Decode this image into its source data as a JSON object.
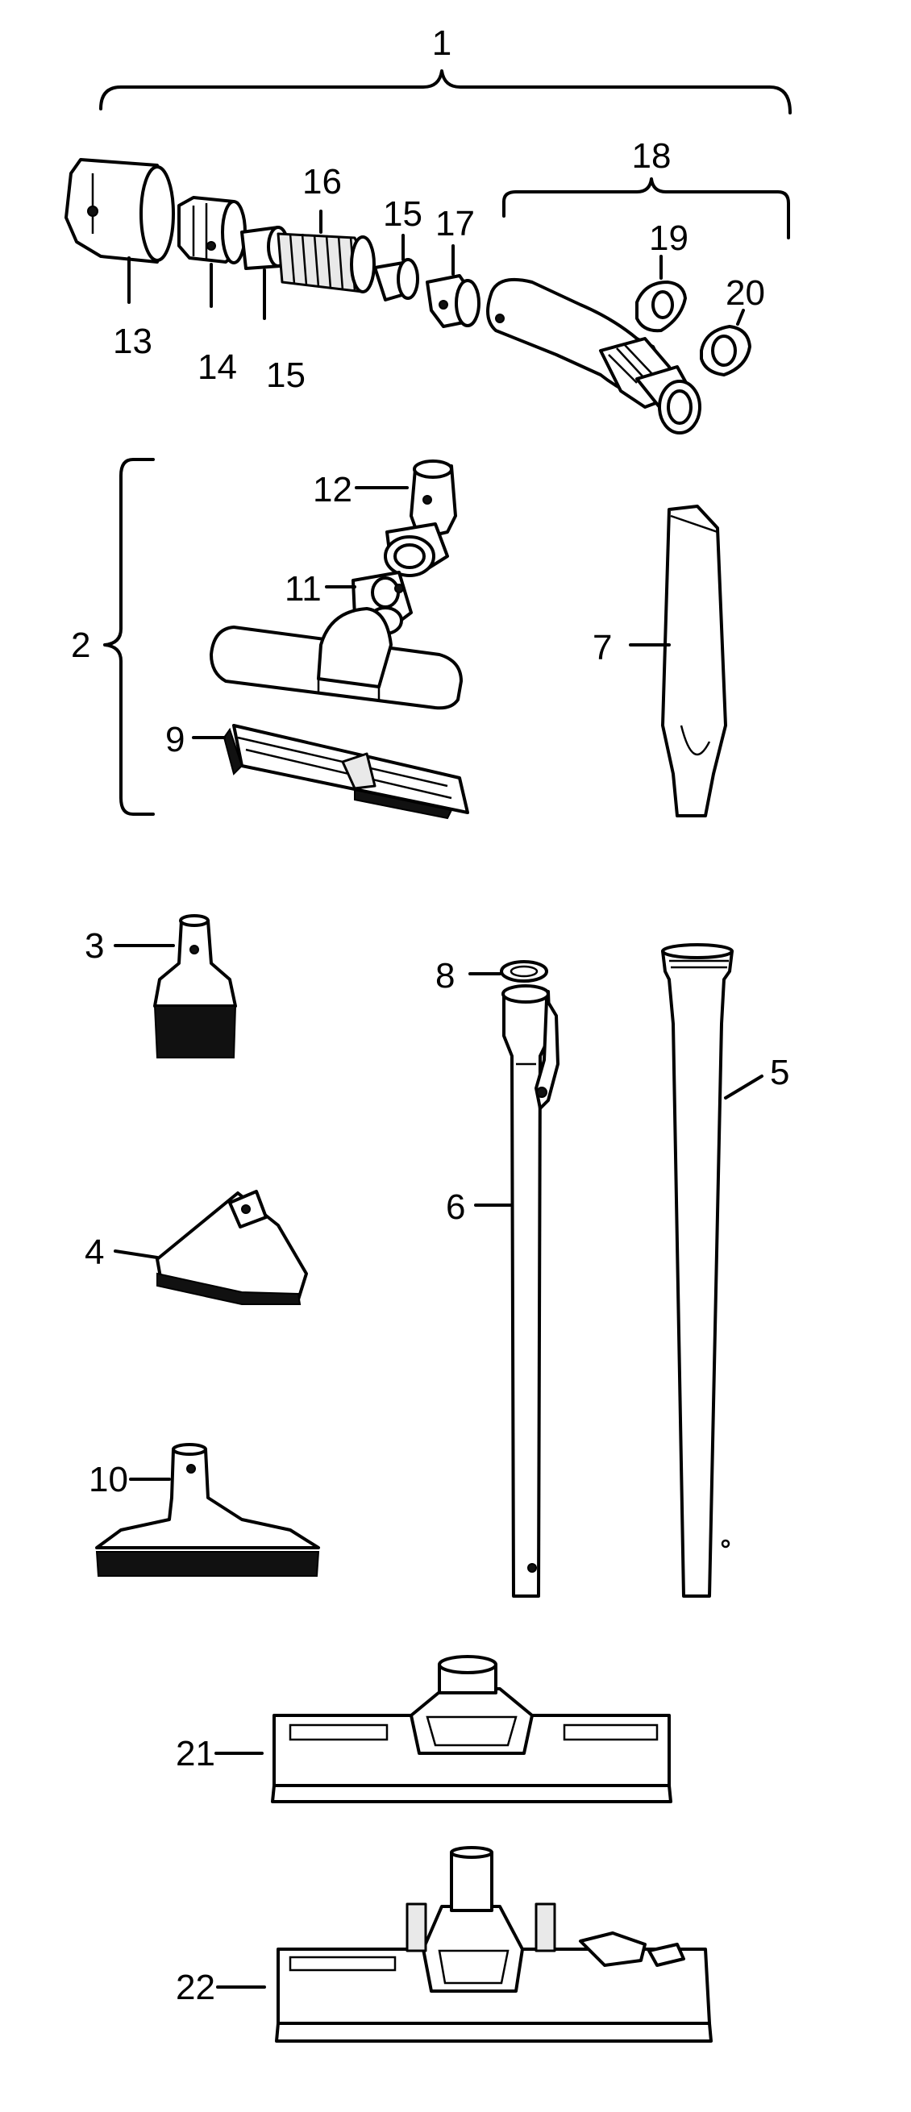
{
  "labels": {
    "l1": "1",
    "l2": "2",
    "l3": "3",
    "l4": "4",
    "l5": "5",
    "l6": "6",
    "l7": "7",
    "l8": "8",
    "l9": "9",
    "l10": "10",
    "l11": "11",
    "l12": "12",
    "l13": "13",
    "l14": "14",
    "l15a": "15",
    "l15b": "15",
    "l16": "16",
    "l17": "17",
    "l18": "18",
    "l19": "19",
    "l20": "20",
    "l21": "21",
    "l22": "22"
  }
}
